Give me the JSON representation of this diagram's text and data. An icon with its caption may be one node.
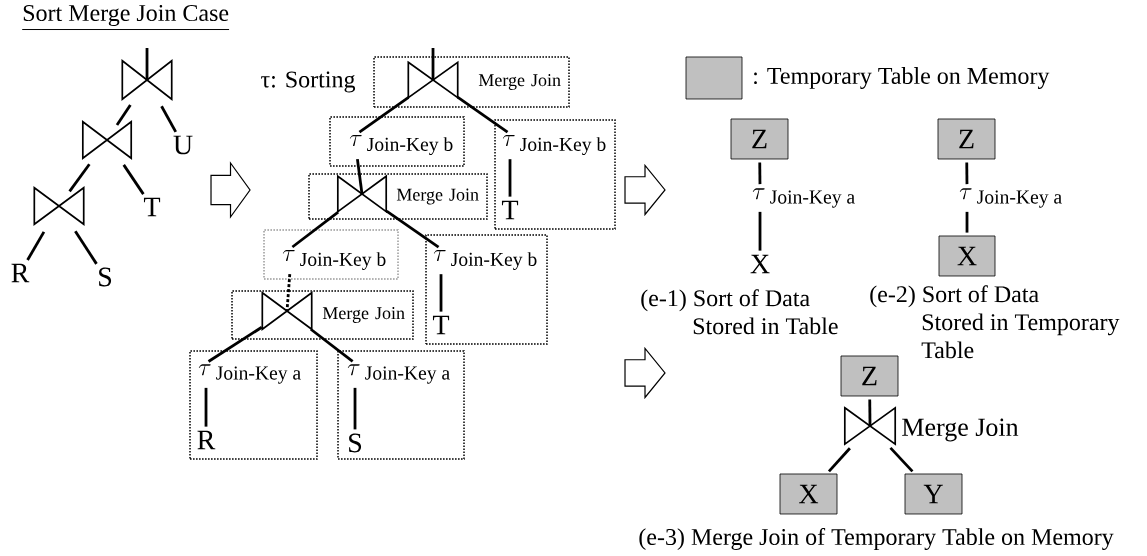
{
  "diagram": {
    "title": "Sort Merge Join Case",
    "nodes": [
      {
        "text": [],
        "shape": "bowtie"
      },
      {
        "text": [],
        "shape": "bowtie"
      },
      {
        "text": [
          "U"
        ]
      },
      {
        "text": [],
        "shape": "bowtie"
      },
      {
        "text": [
          "T"
        ]
      },
      {
        "text": [
          "R"
        ]
      },
      {
        "text": [
          "S"
        ]
      },
      {
        "text": [
          "Merge Join"
        ]
      },
      {
        "text": [],
        "shape": "bowtie",
        "in": 7
      },
      {
        "text": [],
        "shape": "box"
      },
      {
        "text": [
          "\\tau\\,_{\\text{Join-Key b}}"
        ],
        "in": 9
      },
      {
        "text": [],
        "shape": "box"
      },
      {
        "text": [
          "\\tau\\,_{\\text{Join-Key b}}"
        ],
        "in": 11
      },
      {
        "text": [
          "T"
        ],
        "in": 11
      },
      {
        "text": [
          "Merge Join"
        ]
      },
      {
        "text": [],
        "shape": "bowtie",
        "in": 14
      },
      {
        "text": [],
        "shape": "box"
      },
      {
        "text": [
          "\\tau\\,_{\\text{Join-Key b}}"
        ],
        "in": 16
      },
      {
        "text": [],
        "shape": "box"
      },
      {
        "text": [
          "\\tau\\,_{\\text{Join-Key b}}"
        ],
        "in": 18
      },
      {
        "text": [
          "T"
        ],
        "in": 18
      },
      {
        "text": [
          "Merge Join"
        ]
      },
      {
        "text": [],
        "shape": "bowtie",
        "in": 21
      },
      {
        "text": [],
        "shape": "box"
      },
      {
        "text": [
          "\\tau\\,_{\\text{Join-Key a}}"
        ],
        "in": 23
      },
      {
        "text": [
          "R"
        ],
        "in": 23
      },
      {
        "text": [],
        "shape": "box"
      },
      {
        "text": [
          "\\tau\\,_{\\text{Join-Key a}}"
        ],
        "in": 26
      },
      {
        "text": [
          "S"
        ],
        "in": 26
      },
      {
        "text": [
          "Z"
        ]
      },
      {
        "text": [
          "\\tau\\,_{\\text{Join-Key a}}"
        ]
      },
      {
        "text": [
          "X"
        ]
      },
      {
        "text": [
          "Z"
        ]
      },
      {
        "text": [
          "\\tau\\,_{\\text{Join-Key a}}"
        ]
      },
      {
        "text": [
          "X"
        ]
      },
      {
        "text": [
          "Z"
        ]
      },
      {
        "text": [],
        "shape": "bowtie",
        "beside": [
          "Merge Join"
        ]
      },
      {
        "text": [
          "X"
        ]
      },
      {
        "text": [
          "Y"
        ]
      }
    ],
    "edges": [
      {
        "from": null,
        "to": 0,
        "arrow": "none"
      },
      {
        "from": 0,
        "to": 1,
        "arrow": "none"
      },
      {
        "from": 0,
        "to": 2,
        "arrow": "none"
      },
      {
        "from": 1,
        "to": 3,
        "arrow": "none"
      },
      {
        "from": 1,
        "to": 4,
        "arrow": "none"
      },
      {
        "from": 3,
        "to": 5,
        "arrow": "none"
      },
      {
        "from": 3,
        "to": 6,
        "arrow": "none"
      },
      {
        "from": null,
        "to": 8,
        "arrow": "none"
      },
      {
        "from": 8,
        "to": 10,
        "arrow": "none"
      },
      {
        "from": 8,
        "to": 12,
        "arrow": "none"
      },
      {
        "from": 12,
        "to": 13,
        "arrow": "none"
      },
      {
        "from": 10,
        "to": 15,
        "arrow": "none"
      },
      {
        "from": 15,
        "to": 17,
        "arrow": "none"
      },
      {
        "from": 15,
        "to": 19,
        "arrow": "none"
      },
      {
        "from": 19,
        "to": 20,
        "arrow": "none"
      },
      {
        "from": 17,
        "to": 22,
        "arrow": "none",
        "style": "dashed"
      },
      {
        "from": 22,
        "to": 24,
        "arrow": "none"
      },
      {
        "from": 22,
        "to": 27,
        "arrow": "none"
      },
      {
        "from": 24,
        "to": 25,
        "arrow": "none"
      },
      {
        "from": 27,
        "to": 28,
        "arrow": "none"
      },
      {
        "from": 29,
        "to": 30,
        "arrow": "none"
      },
      {
        "from": 30,
        "to": 31,
        "arrow": "none"
      },
      {
        "from": 32,
        "to": 33,
        "arrow": "none"
      },
      {
        "from": 33,
        "to": 34,
        "arrow": "none"
      },
      {
        "from": 35,
        "to": 36,
        "arrow": "none"
      },
      {
        "from": 36,
        "to": 37,
        "arrow": "none"
      },
      {
        "from": 36,
        "to": 38,
        "arrow": "none"
      }
    ],
    "labels": [
      "τ: Sorting",
      "(e-1) Sort of Data Stored in Table",
      "(e-2) Sort of Data Stored in Temporary Table",
      "(e-3) Merge Join of Temporary Table on Memory"
    ],
    "legend": [
      {
        "text": ": Temporary Table on Memory",
        "color": "#c0c0c0"
      }
    ]
  }
}
